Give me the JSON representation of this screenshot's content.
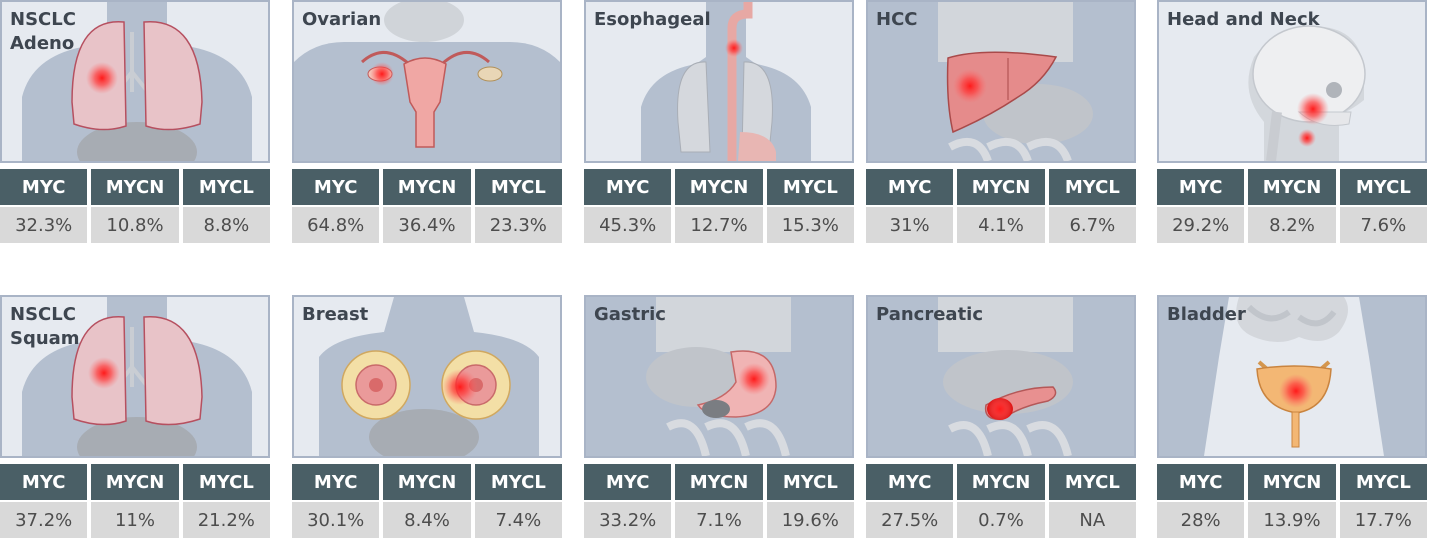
{
  "columns": [
    "MYC",
    "MYCN",
    "MYCL"
  ],
  "cancers": [
    {
      "name": "NSCLC\nAdeno",
      "values": [
        "32.3%",
        "10.8%",
        "8.8%"
      ]
    },
    {
      "name": "Ovarian",
      "values": [
        "64.8%",
        "36.4%",
        "23.3%"
      ]
    },
    {
      "name": "Esophageal",
      "values": [
        "45.3%",
        "12.7%",
        "15.3%"
      ]
    },
    {
      "name": "HCC",
      "values": [
        "31%",
        "4.1%",
        "6.7%"
      ]
    },
    {
      "name": "Head and Neck",
      "values": [
        "29.2%",
        "8.2%",
        "7.6%"
      ]
    },
    {
      "name": "NSCLC\nSquam",
      "values": [
        "37.2%",
        "11%",
        "21.2%"
      ]
    },
    {
      "name": "Breast",
      "values": [
        "30.1%",
        "8.4%",
        "7.4%"
      ]
    },
    {
      "name": "Gastric",
      "values": [
        "33.2%",
        "7.1%",
        "19.6%"
      ]
    },
    {
      "name": "Pancreatic",
      "values": [
        "27.5%",
        "0.7%",
        "NA"
      ]
    },
    {
      "name": "Bladder",
      "values": [
        "28%",
        "13.9%",
        "17.7%"
      ]
    }
  ],
  "colors": {
    "header_bg": "#4a5f66",
    "value_bg": "#d9d9d9",
    "panel_bg": "#e6eaf0",
    "silhouette": "#b4bfcf",
    "tumor": "#ff2a2a"
  }
}
